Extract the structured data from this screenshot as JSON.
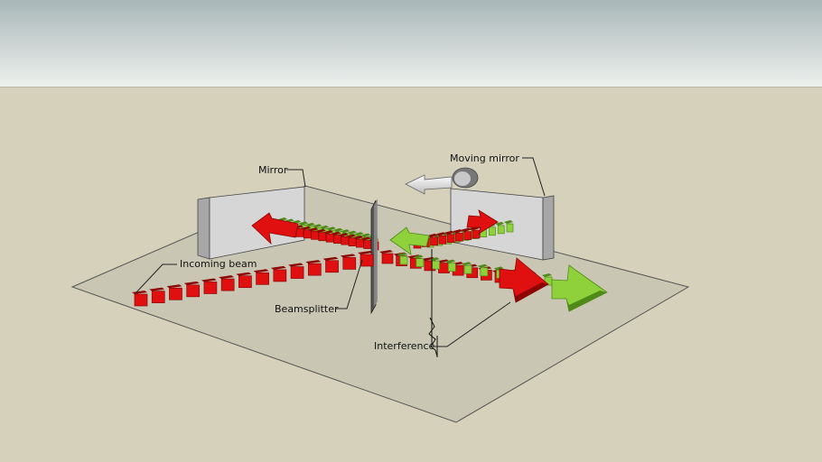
{
  "labels": {
    "mirror": "Mirror",
    "moving_mirror": "Moving mirror",
    "incoming_beam": "Incoming beam",
    "beamsplitter": "Beamsplitter",
    "interference": "Interference"
  },
  "colors": {
    "sky_top": "#a9b7b8",
    "sky_bottom": "#eef1ee",
    "ground": "#d5d1bb",
    "platform": "#c9c7b4",
    "beam_red": "#e01010",
    "beam_red_dark": "#8c0606",
    "beam_green": "#8fd13a",
    "beam_green_dark": "#4f8a17",
    "mirror_front": "#d6d6d6",
    "mirror_side": "#a7a7a7",
    "mover_arrow": "#f1f1f1"
  },
  "icons": {
    "moving_mirror_arrow": "double-headed-arrow-icon",
    "output_arrow": "arrow-right-icon",
    "return_arrow": "arrow-left-icon"
  }
}
